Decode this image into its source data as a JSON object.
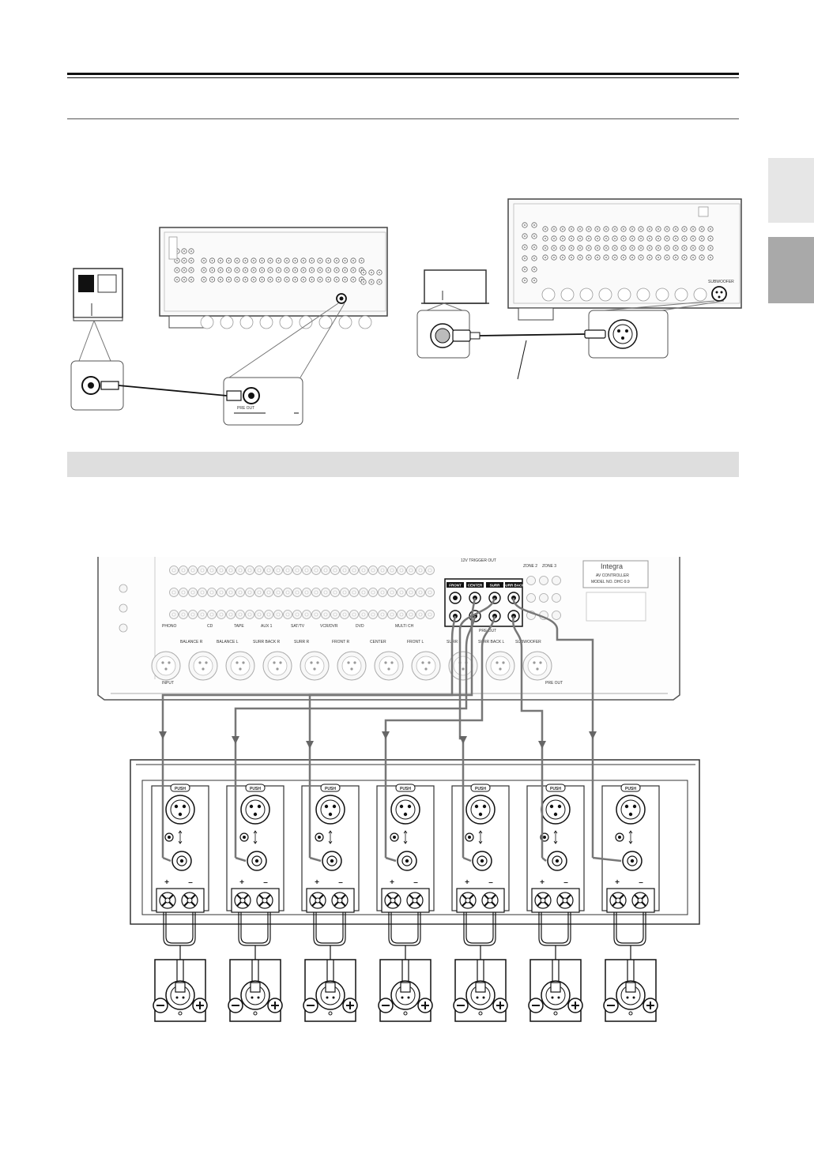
{
  "top_diagrams": {
    "left_receiver_label": "PRE OUT",
    "right_controller_label": "SUBWOOFER"
  },
  "controller": {
    "brand": "Integra",
    "model_lines": [
      "AV CONTROLLER",
      "MODEL NO. DHC-9.9"
    ],
    "trigger_label": "12V TRIGGER OUT",
    "pre_out_columns": [
      "FRONT",
      "CENTER",
      "SURR",
      "SURR BACK"
    ],
    "pre_out_label": "PRE OUT",
    "zone_labels": [
      "ZONE 2",
      "ZONE 3"
    ],
    "input_groups": [
      "PHONO",
      "CD",
      "TAPE",
      "AUX 1",
      "SAT/TV",
      "VCR/DVR",
      "DVD",
      "MULTI CH"
    ],
    "balanced_inputs": [
      "BALANCE R",
      "BALANCE L"
    ],
    "balanced_outputs": [
      "SURR BACK R",
      "SURR R",
      "FRONT R",
      "CENTER",
      "FRONT L",
      "SURR L",
      "SURR BACK L",
      "SUBWOOFER"
    ],
    "section_labels": [
      "INPUT",
      "PRE OUT"
    ]
  },
  "amplifier": {
    "channel_count": 7,
    "push_label": "PUSH",
    "plus_sign": "+",
    "minus_sign": "–"
  }
}
